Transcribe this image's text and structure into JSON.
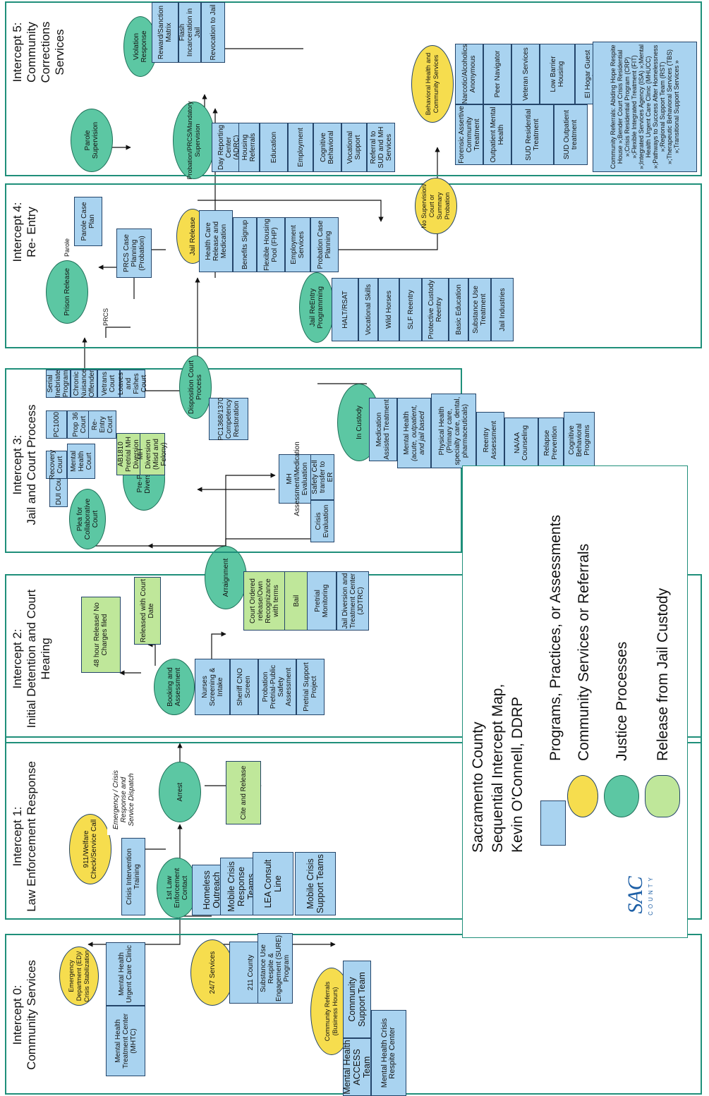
{
  "intercepts": {
    "i0": "Intercept 0:\nCommunity Services",
    "i1": "Intercept 1:\nLaw Enforcement Response",
    "i2": "Intercept 2:\nInitial Detention and Court\nHearing",
    "i3": "Intercept 3:\nJail and Court Process",
    "i4": "Intercept 4:\nRe- Entry",
    "i5": "Intercept 5:\nCommunity Corrections\nServices"
  },
  "i0": {
    "ed": "Emergency Department (ED)/ Crisis Stabilization",
    "mhtc": "Mental Health Treatment Center (MHTC)",
    "mhucc": "Mental Health Urgent Care Clinic",
    "svc247": "24/7 Services",
    "county211": "211 County",
    "sure": "Substance Use Respite & Engagement (SURE) Program",
    "referrals": "Community Referrals (Business Hours)",
    "access": "Mental Health ACCESS Team",
    "cst": "Community Support Team",
    "respite": "Mental Health Crisis Respite Center"
  },
  "i1": {
    "call911": "911/Welfare Check/Service Call",
    "dispatch": "Emergency / Crisis Response and Service Dispatch",
    "cit": "Crisis Intervention Training",
    "contact": "1st Law Enforcement Contact",
    "homeless": "Homeless Outreach",
    "mcrt": "Mobile Crisis Response Teams",
    "lea": "LEA Consult Line",
    "mcst": "Mobile Crisis Support Teams",
    "arrest": "Arrest",
    "cite": "Cite and Release"
  },
  "i2": {
    "booking": "Booking and Assessment",
    "nurses": "Nurses Screening & Intake",
    "cno": "Sheriff CNO Screen",
    "probation": "Probation Pretrial-Public Safety Assessment",
    "pretrial_support": "Pretrial Support Project",
    "release48": "48 hour Release/ No Charges filed",
    "released_court": "Released with Court Date",
    "arraignment": "Arraignment",
    "ror": "Court Ordered release/Own Recognizance with terms",
    "bail": "Bail",
    "pretrial_mon": "Pretrial Monitoring",
    "jdtrc": "Jail Diversion and Treatment Center (JDTRC)"
  },
  "i3": {
    "plea": "Plea for Collaborative Court",
    "dui": "DUI Court",
    "recovery": "Recovery Court",
    "mhcourt": "Mental Health Court",
    "pc1000": "PC1000",
    "prop36": "Prop 36 Court",
    "reentry_court": "Re-Entry Court",
    "serial": "Serial Inebriate Program",
    "chronic": "Chronic Nuisance Offender",
    "veterans": "Vetrans Court",
    "loaves": "Loaves and Fishes Court",
    "prepl": "Pre-Plea Diversion",
    "ab1810": "AB1810 Pretrial MH Diversion",
    "mhdiv": "MH Diversion (Misd and Felony)",
    "mhassess": "MH Assessment/Medication Evaluation",
    "crisis_eval": "Crisis Evaluation",
    "safety": "Safety Cell transfer to ER",
    "disposition": "Disposition Court Process",
    "pc1368": "PC1368/1370 Competency Restoration",
    "custody": "In Custody",
    "mat": "Medication Assisted Treatment",
    "mh_a": "Mental Health",
    "mh_b": "(acute, outpatient, and jail based",
    "physical": "Physical Health (Primary care, specialty care, dental, pharmaceuticals)",
    "reentry_assess": "Reentry Assessment",
    "naaa": "NA/AA Counseling",
    "relapse": "Relapse Prevention",
    "cbt": "Cognitive Behavioral Programs"
  },
  "i4": {
    "prison": "Prison Release",
    "parole_label": "Parole",
    "prcs_label": "PRCS",
    "parole_plan": "Parole Case Plan",
    "prcs_plan": "PRCS Case Planning (Probation)",
    "jail_release": "Jail Release",
    "healthcare": "Health Care Release and Medication",
    "benefits": "Benefits Signup",
    "fhp": "Flexible Housing Pool (FHP)",
    "employment": "Employment Services",
    "probation_case": "Probation Case Planning",
    "reentry_prog": "Jail ReEntry Programming",
    "halt": "HALT/RSAT",
    "vocational": "Vocational Skills",
    "wild": "Wild Horses",
    "slf": "SLF Reentry",
    "protective": "Protective Custody Reentry",
    "basic": "Basic Education",
    "subuse": "Substance Use Treatment",
    "industries": "Jail Industries",
    "nosup": "No Supervision/ Court or Summary Probation"
  },
  "i5": {
    "parole_sup": "Parole Supervision",
    "violation": "Violation Response",
    "reward": "Reward/Sanction Matrix",
    "flash": "Flash Incarceration in Jail",
    "revocation": "Revocation to Jail",
    "mandatory": "Probation/PRCS/Mandatory Supervision",
    "adrc": "Day Reporting Center (ADRC)",
    "housing": "Housing Referrals",
    "education": "Education",
    "employment": "Employment",
    "cognitive": "Cognitive Behavioral",
    "vocational_sup": "Vocational Support",
    "referral": "Referral to SUD and MH Services",
    "bhcs": "Behavioral Health and Community Services",
    "fact": "Forensic Assertive Community Treatment",
    "narcotic": "Narcotic/Alcoholics Anonymous",
    "outpatient_mh": "Outpatient Mental Health",
    "peer": "Peer Navigator",
    "sud_res": "SUD Residential Treatment",
    "veteran": "Veteran Services",
    "sud_out": "SUD Outpatient treatment",
    "lowbarrier": "Low Barrier Housing",
    "hogar": "El Hogar Guest House/SMART",
    "community_refs": "Community Referrals: Abiding Hope Respite House »;Bender Court Crisis Residential »;Crisis Residential Program (CRP) »;Flexible Integrated Treatment (FIT) »;Integrated Services Agency (ISA) »;Mental Health Urgent Care Clinic (MHUCC) »;Pathways to Success After Homelessness »;Regional Support Team (RST) »;Therapeutic Behavioral Services (TBS) »;Transitional Support Services »"
  },
  "legend": {
    "logo_sac": "SAC",
    "logo_county": "COUNTY",
    "title1": "Sacramento County",
    "title2": "Sequential Intercept Map,",
    "title3": "Kevin O'Connell, DDRP",
    "programs": "Programs, Practices, or Assessments",
    "community": "Community Services or Referrals",
    "justice": "Justice Processes",
    "release": "Release from Jail Custody"
  },
  "colors": {
    "teal": "#5cc7a3",
    "yellow": "#f6dd4e",
    "blue": "#a9d3f0",
    "green": "#bfe79a",
    "border": "#1f8f7a"
  }
}
